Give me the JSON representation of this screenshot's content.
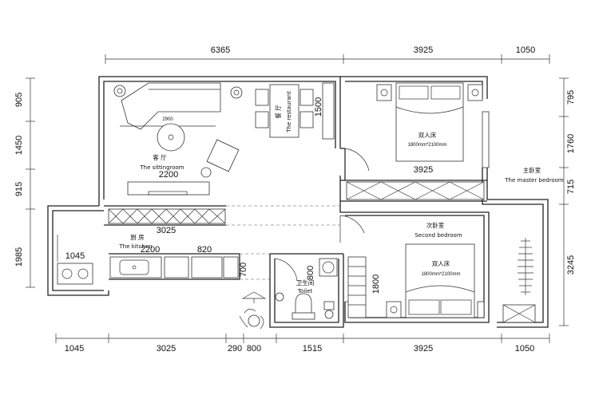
{
  "dimensions": {
    "top": [
      "6365",
      "3925",
      "1050"
    ],
    "bottom": [
      "1045",
      "3025",
      "290",
      "800",
      "1515",
      "3925",
      "1050"
    ],
    "left": [
      "905",
      "1450",
      "915",
      "1985"
    ],
    "right": [
      "795",
      "1760",
      "715",
      "3245"
    ],
    "inner": {
      "living_width": "2200",
      "table_width": "1500",
      "cabinet_width": "3025",
      "kitchen_left": "1045",
      "kitchen_counter": "2200",
      "kitchen_fridge": "820",
      "bath_width": "800",
      "bath_door": "700",
      "wardrobe_len": "1800",
      "master_wardrobe": "3925",
      "table_dia": "2900"
    }
  },
  "rooms": {
    "living_cn": "客 厅",
    "living_en": "The sittingroom",
    "dining_cn": "餐 厅",
    "dining_en": "The restaurant",
    "master_bed_cn": "双人床",
    "master_bed_size": "1800mm*2100mm",
    "master_cn": "主卧室",
    "master_en": "The master bedroom",
    "second_cn": "次卧室",
    "second_en": "Second bedroom",
    "second_bed_cn": "双人床",
    "second_bed_size": "1800mm*2100mm",
    "kitchen_cn": "厨 房",
    "kitchen_en": "The kitchen",
    "toilet_cn": "卫生间",
    "toilet_en": "Toilet"
  }
}
